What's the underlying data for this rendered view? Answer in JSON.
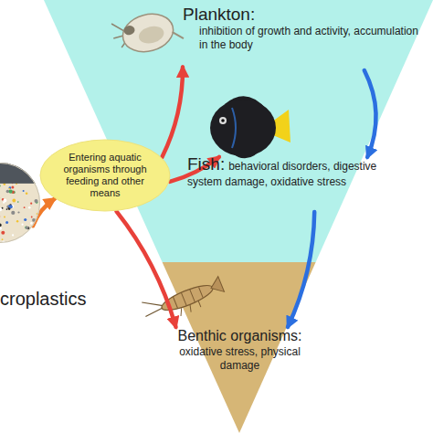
{
  "diagram": {
    "nodes": [
      {
        "text": [
          "croplastics"
        ]
      },
      {
        "text": [
          "Entering aquatic organisms through feeding and other means"
        ]
      },
      {
        "text": [
          "Plankton:",
          "inhibition of growth and activity, accumulation in the body"
        ]
      },
      {
        "text": [
          "Fish:",
          "behavioral disorders, digestive system damage, oxidative stress"
        ]
      },
      {
        "text": [
          "Benthic organisms:",
          "oxidative stress, physical damage"
        ]
      }
    ],
    "edges": [
      {
        "from": 0,
        "to": 1,
        "arrow": "to"
      },
      {
        "from": 1,
        "to": 2,
        "arrow": "to"
      },
      {
        "from": 1,
        "to": 3,
        "arrow": "to"
      },
      {
        "from": 1,
        "to": 4,
        "arrow": "to"
      },
      {
        "from": 2,
        "to": 3,
        "arrow": "to"
      },
      {
        "from": 3,
        "to": 4,
        "arrow": "to"
      }
    ]
  }
}
